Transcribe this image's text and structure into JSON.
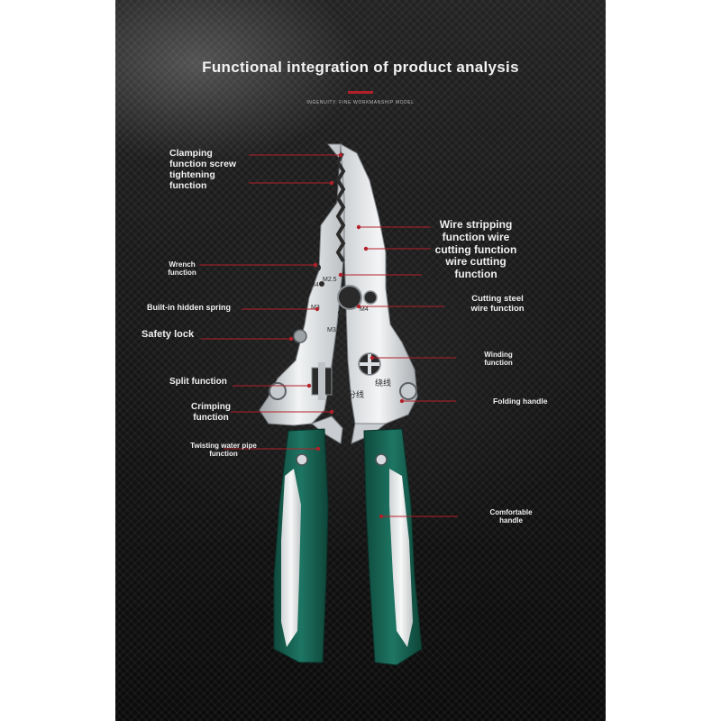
{
  "header": {
    "title": "Functional integration of product analysis",
    "subtitle": "INGENUITY, FINE WORKMANSHIP MODEL"
  },
  "labels": {
    "clamping": "Clamping\nfunction screw\ntightening\nfunction",
    "wrench": "Wrench\nfunction",
    "spring": "Built-in hidden spring",
    "safety_lock": "Safety lock",
    "split": "Split function",
    "crimping": "Crimping\nfunction",
    "twisting": "Twisting water pipe\nfunction",
    "wire_stripping": "Wire stripping\nfunction wire\ncutting function\nwire cutting\nfunction",
    "cutting_steel": "Cutting steel\nwire function",
    "winding": "Winding\nfunction",
    "folding_handle": "Folding handle",
    "comfortable_handle": "Comfortable\nhandle"
  },
  "tool_markings": {
    "m2": "M2",
    "m2_5": "M2.5",
    "m3": "M3",
    "m3_5": "M3.5",
    "m4": "M4",
    "m4_b": "M4",
    "split_cn": "分线",
    "winding_cn": "绕线"
  },
  "colors": {
    "background": "#161616",
    "accent_red": "#b3202a",
    "handle_green": "#1d6a58",
    "steel": "#d9dcdf",
    "label_text": "#f0f0f0"
  }
}
